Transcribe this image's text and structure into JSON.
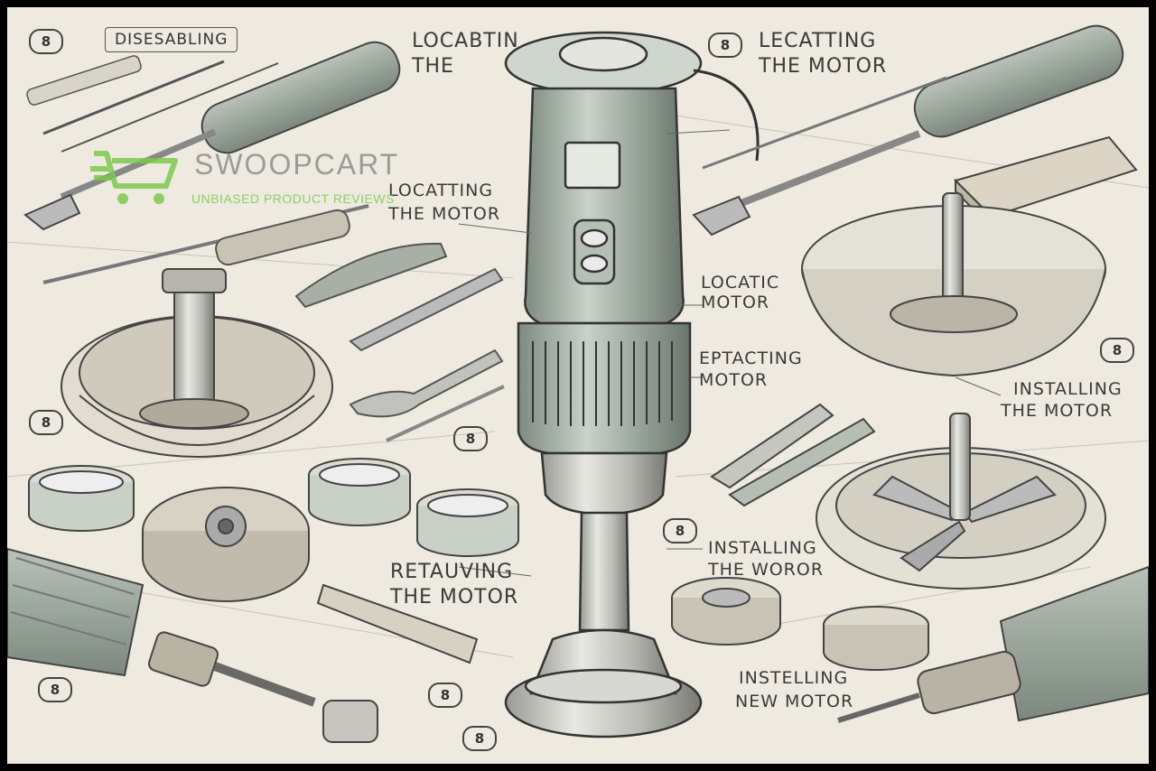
{
  "watermark": {
    "brand": "SWOOPCART",
    "tagline": "UNBIASED PRODUCT REVIEWS",
    "accent_color": "#7ac94a",
    "icon": "shopping-cart-icon"
  },
  "labels": {
    "disassembling": "DISESABLING",
    "locating_top_1": "LOCABTIN",
    "locating_top_2": "THE",
    "locating_left_1": "LOCATTING",
    "locating_left_2": "THE MOTOR",
    "locating_right_1": "LECATTING",
    "locating_right_2": "THE MOTOR",
    "locatic_1": "LOCATIC",
    "locatic_2": "MOTOR",
    "eptacting_1": "EPTACTING",
    "eptacting_2": "MOTOR",
    "installing_right_1": "INSTALLING",
    "installing_right_2": "THE MOTOR",
    "retauving_1": "RETAUVING",
    "retauving_2": "THE MOTOR",
    "installing_mid_1": "INSTALLING",
    "installing_mid_2": "THE WOROR",
    "instelling_1": "INSTELLING",
    "instelling_2": "NEW MOTOR"
  },
  "markers": {
    "top_left": "8",
    "top_center": "8",
    "left_mid": "8",
    "right_mid": "8",
    "center_mid": "8",
    "center_lower": "8",
    "bottom_left": "8",
    "bottom_center_1": "8",
    "bottom_center_2": "8"
  }
}
